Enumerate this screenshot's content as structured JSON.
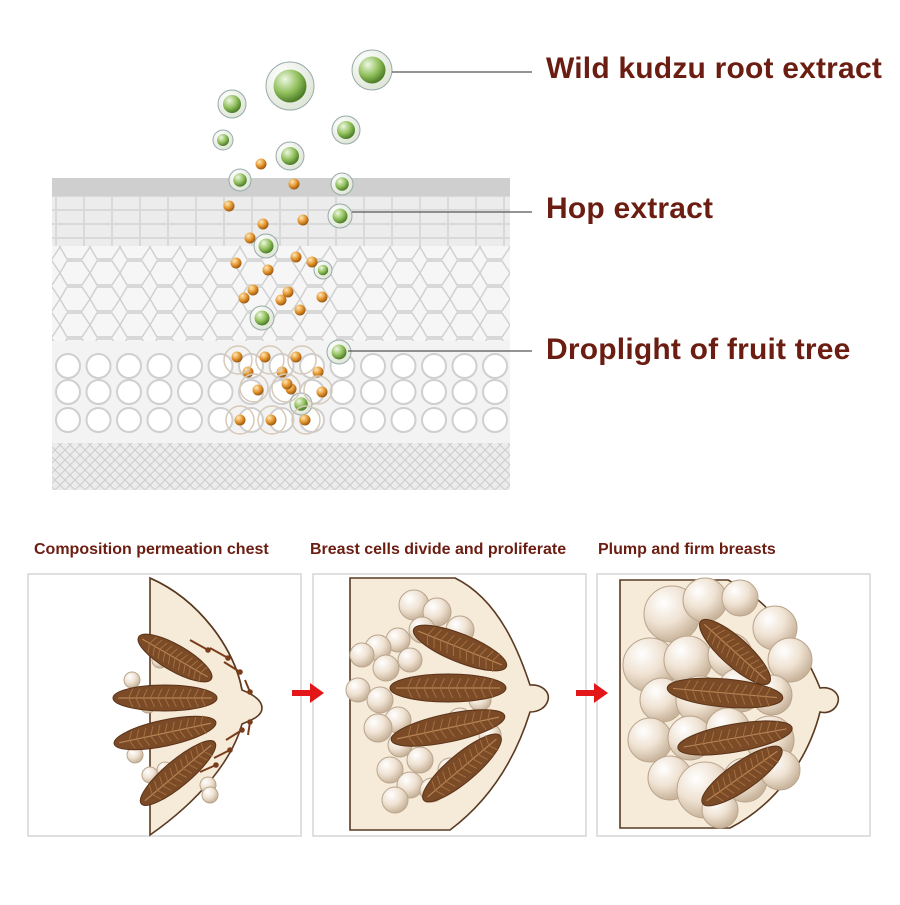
{
  "callouts": {
    "kudzu": "Wild kudzu root extract",
    "hop": "Hop extract",
    "droplight": "Droplight of fruit tree"
  },
  "steps": [
    {
      "title": "Composition permeation chest"
    },
    {
      "title": "Breast cells divide and proliferate"
    },
    {
      "title": "Plump and firm breasts"
    }
  ],
  "colors": {
    "label": "#6b1d12",
    "arrow": "#e3161a",
    "lobe": "#7b4a26",
    "sphere": "#efe2d2",
    "skin": "#f6ead9",
    "leaf": "#7fb04a",
    "droplet": "#d98c22"
  }
}
